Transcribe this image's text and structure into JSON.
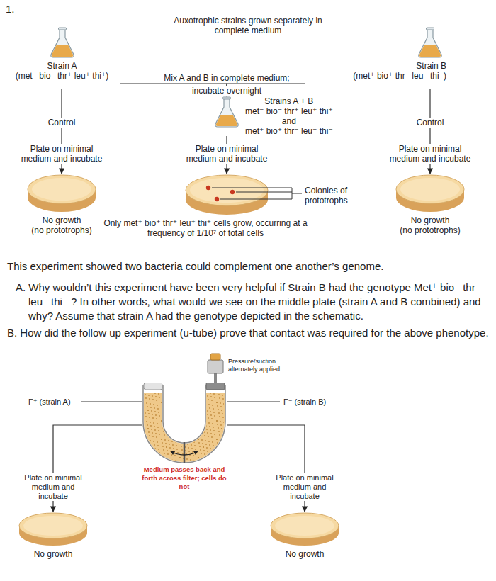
{
  "diagram": {
    "nodes": [
      {
        "text": [
          "Strain A",
          "(met⁻ bio⁻ thr⁺ leu⁺ thi⁺)"
        ]
      },
      {
        "text": [
          "Strain B",
          "(met⁺ bio⁺ thr⁻ leu⁻ thi⁻)"
        ]
      },
      {
        "text": [
          "Strains A + B",
          "met⁻ bio⁻ thr⁺ leu⁺ thi⁺",
          "and",
          "met⁺ bio⁺ thr⁻ leu⁻ thi⁻"
        ]
      },
      {
        "text": [
          "Control"
        ]
      },
      {
        "text": [
          "Plate on minimal medium and incubate"
        ]
      },
      {
        "text": [
          "No growth",
          "(no prototrophs)"
        ]
      },
      {
        "text": [
          "Plate on minimal medium and incubate"
        ]
      },
      {
        "text": [
          "Only met⁺ bio⁺ thr⁺ leu⁺ thi⁺ cells grow, occurring at a frequency of 1/10⁷ of total cells"
        ]
      },
      {
        "text": [
          "Control"
        ]
      },
      {
        "text": [
          "Plate on minimal medium and incubate"
        ]
      },
      {
        "text": [
          "No growth",
          "(no prototrophs)"
        ]
      },
      {
        "text": [
          "Medium passes back and forth across filter; cells do not"
        ]
      },
      {
        "text": [
          "Plate on minimal medium and incubate"
        ]
      },
      {
        "text": [
          "No growth"
        ]
      },
      {
        "text": [
          "Plate on minimal medium and incubate"
        ]
      },
      {
        "text": [
          "No growth"
        ]
      }
    ],
    "edges": [
      {
        "from": 0,
        "to": 2,
        "arrow": "to"
      },
      {
        "from": 1,
        "to": 2,
        "arrow": "to"
      },
      {
        "from": 0,
        "to": 3,
        "arrow": "none"
      },
      {
        "from": 3,
        "to": 4,
        "arrow": "none"
      },
      {
        "from": 4,
        "to": 5,
        "arrow": "to"
      },
      {
        "from": 2,
        "to": 6,
        "arrow": "none"
      },
      {
        "from": 6,
        "to": 7,
        "arrow": "to"
      },
      {
        "from": 1,
        "to": 8,
        "arrow": "none"
      },
      {
        "from": 8,
        "to": 9,
        "arrow": "none"
      },
      {
        "from": 9,
        "to": 10,
        "arrow": "to"
      },
      {
        "from": 11,
        "to": 12,
        "arrow": "none"
      },
      {
        "from": 11,
        "to": 14,
        "arrow": "none"
      },
      {
        "from": 12,
        "to": 13,
        "arrow": "to"
      },
      {
        "from": 14,
        "to": 15,
        "arrow": "to"
      }
    ],
    "labels": [
      "1.",
      "Auxotrophic strains grown separately in complete medium",
      "Mix A and B in complete medium;",
      "incubate overnight",
      "Colonies of prototrophs",
      "This experiment showed two bacteria could complement one another’s  genome.",
      "A.  Why wouldn’t this experiment have been very helpful if Strain B had the genotype Met⁺ bio⁻ thr⁻ leu⁻ thi⁻ ?  In other words, what would we see on the middle plate (strain A and B combined) and why?  Assume that strain A had the genotype depicted in the schematic.",
      "B.  How did the follow up experiment (u-tube) prove that contact was required for the above phenotype.",
      "Pressure/suction alternately applied",
      "F⁺ (strain A)",
      "F⁻ (strain B)"
    ]
  }
}
